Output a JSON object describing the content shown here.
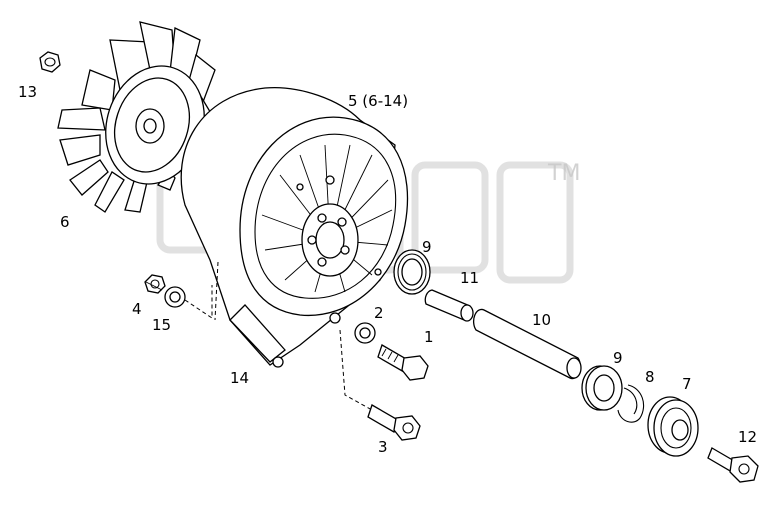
{
  "watermark": {
    "symbol": "TM"
  },
  "callouts": {
    "c1": "1",
    "c2": "2",
    "c3": "3",
    "c4": "4",
    "c5": "5 (6-14)",
    "c6": "6",
    "c7": "7",
    "c8": "8",
    "c9a": "9",
    "c9b": "9",
    "c10": "10",
    "c11": "11",
    "c12": "12",
    "c13": "13",
    "c14": "14",
    "c15": "15"
  },
  "colors": {
    "line": "#000000",
    "background": "#ffffff",
    "watermark": "#c8c8c8"
  }
}
